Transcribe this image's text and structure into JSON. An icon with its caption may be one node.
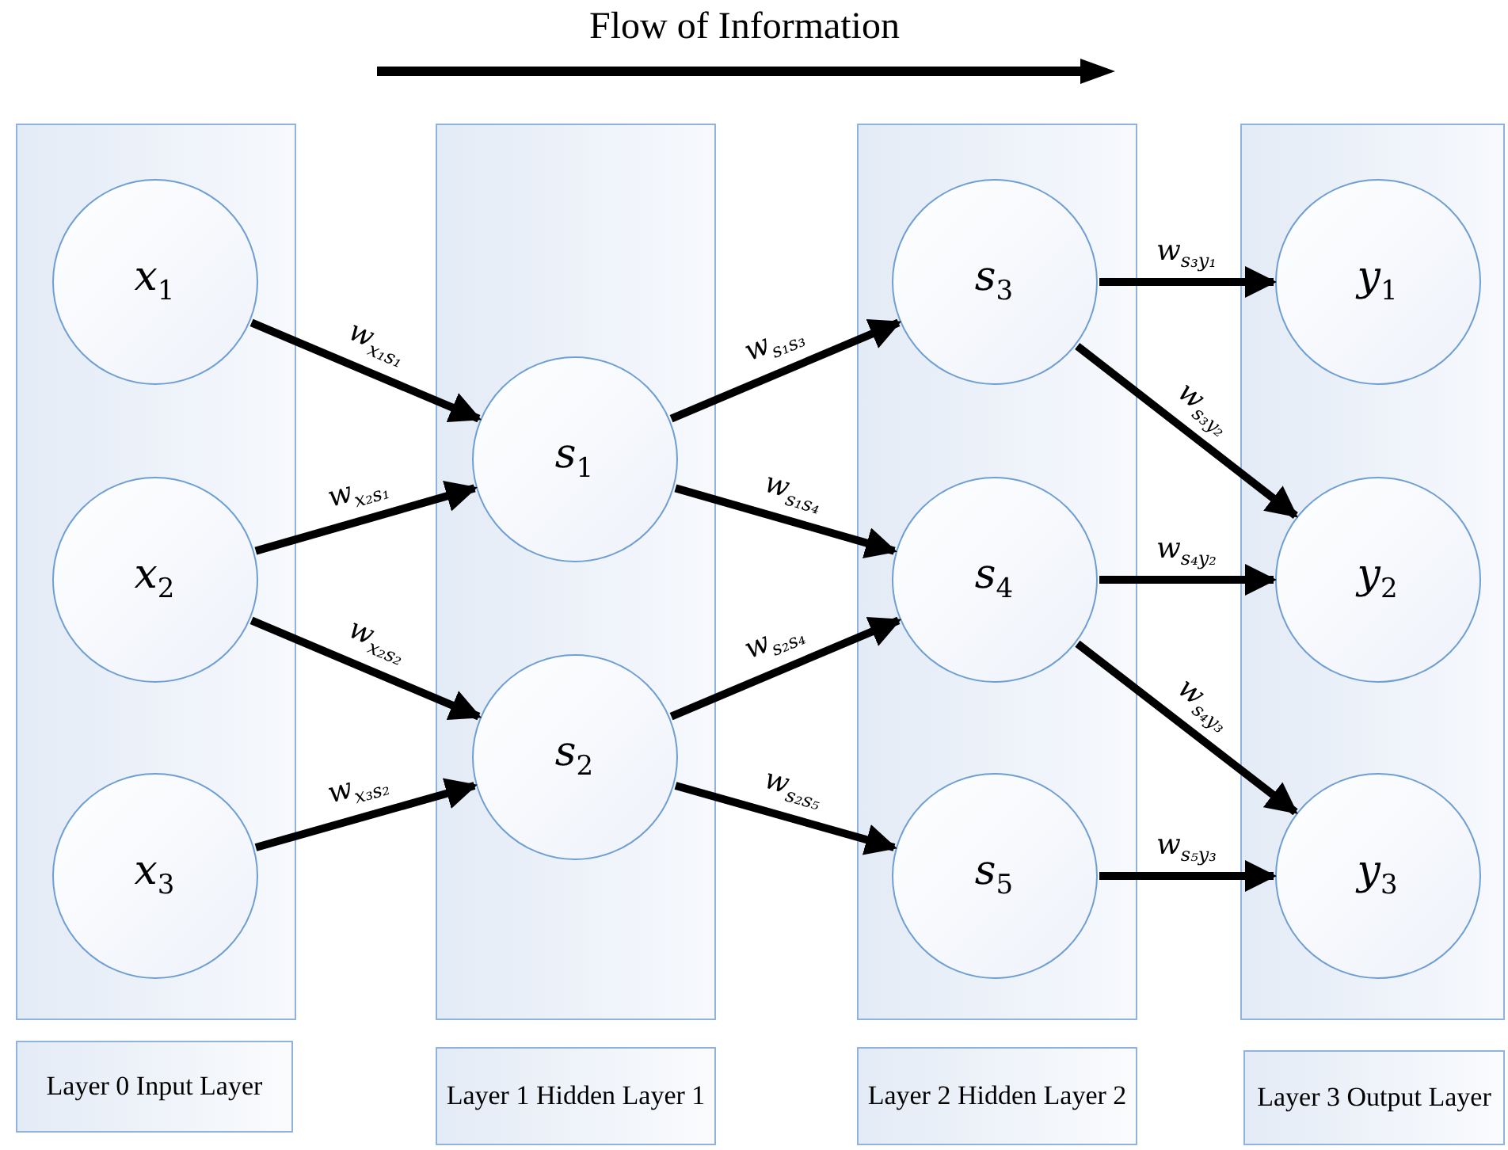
{
  "diagram": {
    "title": "Flow of Information",
    "nodes": [
      {
        "text": [],
        "shape": "box"
      },
      {
        "text": [
          "x$_{1}$"
        ],
        "in": 0
      },
      {
        "text": [
          "x$_{2}$"
        ],
        "in": 0
      },
      {
        "text": [
          "x$_{3}$"
        ],
        "in": 0
      },
      {
        "text": [],
        "shape": "box"
      },
      {
        "text": [
          "s$_{1}$"
        ],
        "in": 4
      },
      {
        "text": [
          "s$_{2}$"
        ],
        "in": 4
      },
      {
        "text": [],
        "shape": "box"
      },
      {
        "text": [
          "s$_{3}$"
        ],
        "in": 7
      },
      {
        "text": [
          "s$_{4}$"
        ],
        "in": 7
      },
      {
        "text": [
          "s$_{5}$"
        ],
        "in": 7
      },
      {
        "text": [],
        "shape": "box"
      },
      {
        "text": [
          "y$_{1}$"
        ],
        "in": 11
      },
      {
        "text": [
          "y$_{2}$"
        ],
        "in": 11
      },
      {
        "text": [
          "y$_{3}$"
        ],
        "in": 11
      },
      {
        "text": [
          "Layer 0 Input Layer"
        ]
      },
      {
        "text": [
          "Layer 1 Hidden Layer 1"
        ]
      },
      {
        "text": [
          "Layer 2 Hidden Layer 2"
        ]
      },
      {
        "text": [
          "Layer 3 Output Layer"
        ]
      }
    ],
    "edges": [
      {
        "from": 1,
        "to": 5,
        "arrow": "to",
        "label": "w$_{x₁s₁}$"
      },
      {
        "from": 2,
        "to": 5,
        "arrow": "to",
        "label": "w$_{x₂s₁}$"
      },
      {
        "from": 2,
        "to": 6,
        "arrow": "to",
        "label": "w$_{x₂s₂}$"
      },
      {
        "from": 3,
        "to": 6,
        "arrow": "to",
        "label": "w$_{x₃s₂}$"
      },
      {
        "from": 5,
        "to": 8,
        "arrow": "to",
        "label": "w$_{s₁s₃}$"
      },
      {
        "from": 5,
        "to": 9,
        "arrow": "to",
        "label": "w$_{s₁s₄}$"
      },
      {
        "from": 6,
        "to": 9,
        "arrow": "to",
        "label": "w$_{s₂s₄}$"
      },
      {
        "from": 6,
        "to": 10,
        "arrow": "to",
        "label": "w$_{s₂s₅}$"
      },
      {
        "from": 8,
        "to": 12,
        "arrow": "to",
        "label": "w$_{s₃y₁}$"
      },
      {
        "from": 8,
        "to": 13,
        "arrow": "to",
        "label": "w$_{s₃y₂}$"
      },
      {
        "from": 9,
        "to": 13,
        "arrow": "to",
        "label": "w$_{s₄y₂}$"
      },
      {
        "from": 9,
        "to": 14,
        "arrow": "to",
        "label": "w$_{s₄y₃}$"
      },
      {
        "from": 10,
        "to": 14,
        "arrow": "to",
        "label": "w$_{s₅y₃}$"
      }
    ]
  }
}
